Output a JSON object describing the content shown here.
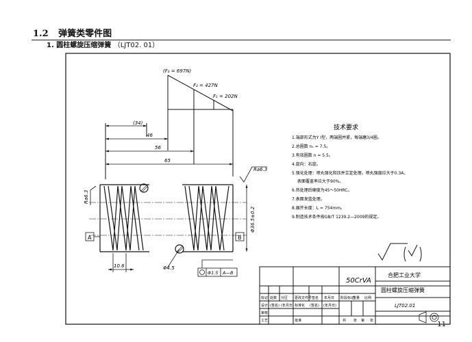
{
  "section": {
    "number": "1.2",
    "title": "弹簧类零件图"
  },
  "subsection": {
    "label": "1. 圆柱螺旋压缩弹簧",
    "code": "（LJT02. 01）"
  },
  "forces": {
    "f3": "(F₃ = 697N)",
    "f2": "F₂ = 427N",
    "f1": "F₁ = 202N"
  },
  "dims": {
    "d34": "(34)",
    "d46": "46",
    "d56": "56",
    "d65": "65",
    "d106": "10.6",
    "d45": "Φ4.5",
    "d36": "Φ36.5±0.2",
    "ra_top": "Ra6.3",
    "ra_left": "Ra6.3"
  },
  "datums": {
    "a": "A",
    "b": "B"
  },
  "tolerance": {
    "value": "Φ1.5",
    "ref": "A—B"
  },
  "tech": {
    "title": "技术要求",
    "items": [
      "1.端部形式为Y I型，两端圈并紧，每端磨3/4圈。",
      "2.总圈数 n₁ = 7.5。",
      "3.有效圈数 n = 5.5。",
      "4.旋向：右旋。",
      "5.强化处理：喷丸强化和压并立定处理。喷丸强度应大于0.3A，",
      "表面覆盖率应大于90%。",
      "6.热处理后硬度为45～50HRC。",
      "7.表面发蓝处理。",
      "8.展开长度：L = 754mm。",
      "9.制造技术条件按GB/T 1239.2—2009的规定。"
    ]
  },
  "title_block": {
    "material": "50CrVA",
    "school": "合肥工业大学",
    "part_name": "圆柱螺旋压缩弹簧",
    "drawing_no": "LJT02.01",
    "row_mark": [
      "标记",
      "处数",
      "分区",
      "更改文件号",
      "签名",
      "年月日"
    ],
    "row_design": [
      "设计",
      "(签名)",
      "(年月日)",
      "标准化",
      "(签名)",
      "(年月日)"
    ],
    "cells": {
      "stage": "阶段标记",
      "weight": "重量",
      "scale": "比例",
      "check": "审核",
      "craft": "工艺",
      "approve": "批准",
      "total": "共",
      "sheets": "张",
      "sheet_no": "第",
      "zhang": "张"
    }
  },
  "page_number": "11"
}
